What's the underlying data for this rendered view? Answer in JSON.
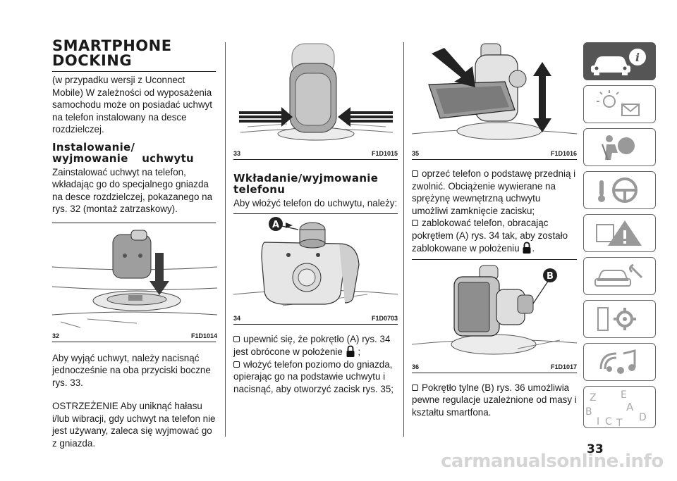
{
  "col1": {
    "title_line1": "SMARTPHONE",
    "title_line2": "DOCKING",
    "intro": "(w przypadku wersji z Uconnect Mobile) W zależności od wyposażenia samochodu może on posiadać uchwyt na telefon instalowany na desce rozdzielczej.",
    "sub_line1": "Instalowanie/",
    "sub_line2": "wyjmowanie uchwytu",
    "install_text": "Zainstalować uchwyt na telefon, wkładając go do specjalnego gniazda na desce rozdzielczej, pokazanego na rys. 32 (montaż zatrzaskowy).",
    "fig_num": "32",
    "fig_code": "F1D1014",
    "remove_text": "Aby wyjąć uchwyt, należy nacisnąć jednocześnie na oba przyciski boczne rys. 33.",
    "warning_text": "OSTRZEŻENIE Aby uniknąć hałasu i/lub wibracji, gdy uchwyt na telefon nie jest używany, zaleca się wyjmować go z gniazda."
  },
  "col2": {
    "fig33_num": "33",
    "fig33_code": "F1D1015",
    "sub_line1": "Wkładanie/wyjmowanie",
    "sub_line2": "telefonu",
    "lead": "Aby włożyć telefon do uchwytu, należy:",
    "fig34_label": "A",
    "fig34_num": "34",
    "fig34_code": "F1D0703",
    "bullet1_a": "upewnić się, że pokrętło (A) rys. 34",
    "bullet1_b": "jest obrócone w położenie",
    "bullet1_c": ";",
    "bullet2": "włożyć telefon poziomo do gniazda, opierając go na podstawie uchwytu i nacisnąć, aby otworzyć zacisk rys. 35;"
  },
  "col3": {
    "fig35_num": "35",
    "fig35_code": "F1D1016",
    "bullet1": "oprzeć telefon o podstawę przednią i zwolnić. Obciążenie wywierane na sprężynę wewnętrzną uchwytu umożliwi zamknięcie zacisku;",
    "bullet2_a": "zablokować telefon, obracając pokrętłem (A) rys. 34 tak, aby zostało zablokowane w położeniu",
    "bullet2_b": ".",
    "fig36_label": "B",
    "fig36_num": "36",
    "fig36_code": "F1D1017",
    "bullet3": "Pokrętło tylne (B) rys. 36 umożliwia pewne regulacje uzależnione od masy i kształtu smartfona."
  },
  "tabs": {
    "icons": [
      "car-info-icon",
      "dashboard-lights-icon",
      "airbag-safety-icon",
      "steering-wheel-icon",
      "warning-road-icon",
      "car-service-icon",
      "technical-data-icon",
      "multimedia-icon",
      "index-icon"
    ],
    "active_index": 0,
    "index_letters": [
      "Z",
      "E",
      "B",
      "A",
      "I",
      "C",
      "T",
      "D"
    ]
  },
  "page_number": "33",
  "footer": "carmanualsonline.info"
}
